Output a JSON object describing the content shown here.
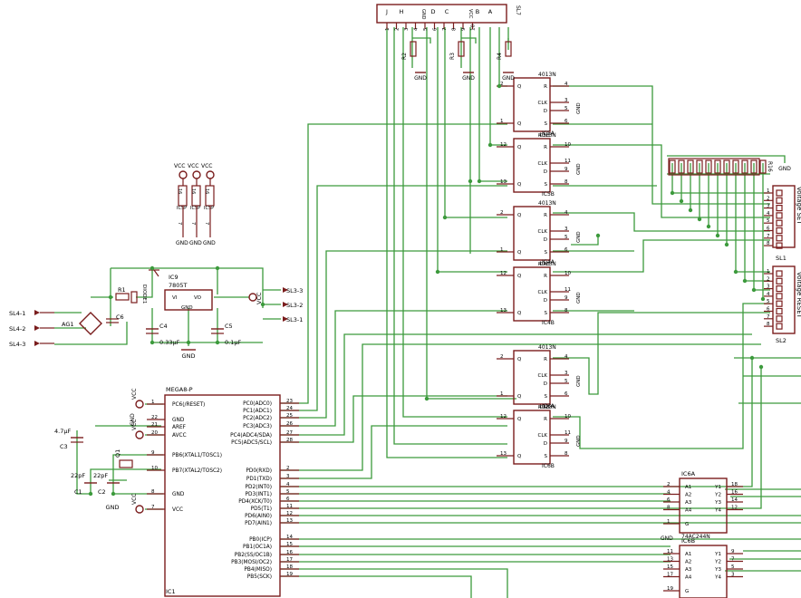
{
  "ic1": {
    "name": "IC1",
    "part": "MEGA8-P",
    "left_pins": [
      {
        "name": "PC6(/RESET)",
        "num": "1"
      },
      {
        "name": "GND",
        "num": "22"
      },
      {
        "name": "AREF",
        "num": "21"
      },
      {
        "name": "AVCC",
        "num": "20"
      },
      {
        "name": "PB6(XTAL1/TOSC1)",
        "num": "9"
      },
      {
        "name": "PB7(XTAL2/TOSC2)",
        "num": "10"
      },
      {
        "name": "GND",
        "num": "8"
      },
      {
        "name": "VCC",
        "num": "7"
      }
    ],
    "right_pins": [
      {
        "name": "PC0(ADC0)",
        "num": "23"
      },
      {
        "name": "PC1(ADC1)",
        "num": "24"
      },
      {
        "name": "PC2(ADC2)",
        "num": "25"
      },
      {
        "name": "PC3(ADC3)",
        "num": "26"
      },
      {
        "name": "PC4(ADC4/SDA)",
        "num": "27"
      },
      {
        "name": "PC5(ADC5/SCL)",
        "num": "28"
      },
      {
        "name": "PD0(RXD)",
        "num": "2"
      },
      {
        "name": "PD1(TXD)",
        "num": "3"
      },
      {
        "name": "PD2(INT0)",
        "num": "4"
      },
      {
        "name": "PD3(INT1)",
        "num": "5"
      },
      {
        "name": "PD4(XCK/T0)",
        "num": "6"
      },
      {
        "name": "PD5(T1)",
        "num": "11"
      },
      {
        "name": "PD6(AIN0)",
        "num": "12"
      },
      {
        "name": "PD7(AIN1)",
        "num": "13"
      },
      {
        "name": "PB0(ICP)",
        "num": "14"
      },
      {
        "name": "PB1(OC1A)",
        "num": "15"
      },
      {
        "name": "PB2(SS/OC1B)",
        "num": "16"
      },
      {
        "name": "PB3(MOSI/OC2)",
        "num": "17"
      },
      {
        "name": "PB4(MISO)",
        "num": "18"
      },
      {
        "name": "PB5(SCK)",
        "num": "19"
      }
    ]
  },
  "flipflops": [
    {
      "part": "4013N",
      "name": "IC5A",
      "r": "4",
      "clk": "3",
      "d": "5",
      "q": "1",
      "qbar": "2",
      "s": "6"
    },
    {
      "part": "4013N",
      "name": "IC5B",
      "r": "10",
      "clk": "11",
      "d": "9",
      "q": "13",
      "qbar": "12",
      "s": "8"
    },
    {
      "part": "4013N",
      "name": "IC4A",
      "r": "4",
      "clk": "3",
      "d": "5",
      "q": "1",
      "qbar": "2",
      "s": "6"
    },
    {
      "part": "4013N",
      "name": "IC4B",
      "r": "10",
      "clk": "11",
      "d": "9",
      "q": "13",
      "qbar": "12",
      "s": "8"
    },
    {
      "part": "4013N",
      "name": "IC6A",
      "r": "4",
      "clk": "3",
      "d": "5",
      "q": "1",
      "qbar": "2",
      "s": "6"
    },
    {
      "part": "4013N",
      "name": "IC6B",
      "r": "10",
      "clk": "11",
      "d": "9",
      "q": "13",
      "qbar": "12",
      "s": "8"
    }
  ],
  "ff_labels": [
    "4013N",
    "IC5B",
    "IC5B",
    "4013N",
    "IC4B",
    "IC4B",
    "4013N",
    "IC6B",
    "IC6B"
  ],
  "pin_letters": {
    "r": "R",
    "clk": "CLK",
    "d": "D",
    "q": "Q",
    "qbar": "Q",
    "s": "S"
  },
  "buffers": [
    {
      "name": "IC6A",
      "part": "74AC244N",
      "in_pins": [
        {
          "name": "A1",
          "num": "2"
        },
        {
          "name": "A2",
          "num": "4"
        },
        {
          "name": "A3",
          "num": "6"
        },
        {
          "name": "A4",
          "num": "8"
        }
      ],
      "out_pins": [
        {
          "name": "Y1",
          "num": "18"
        },
        {
          "name": "Y2",
          "num": "16"
        },
        {
          "name": "Y3",
          "num": "14"
        },
        {
          "name": "Y4",
          "num": "12"
        }
      ],
      "g": {
        "name": "G",
        "num": "1"
      }
    },
    {
      "name": "IC6B",
      "part": "",
      "in_pins": [
        {
          "name": "A1",
          "num": "11"
        },
        {
          "name": "A2",
          "num": "13"
        },
        {
          "name": "A3",
          "num": "15"
        },
        {
          "name": "A4",
          "num": "17"
        }
      ],
      "out_pins": [
        {
          "name": "Y1",
          "num": "9"
        },
        {
          "name": "Y2",
          "num": "7"
        },
        {
          "name": "Y3",
          "num": "5"
        },
        {
          "name": "Y4",
          "num": "3"
        }
      ],
      "g": {
        "name": "G",
        "num": "19"
      }
    }
  ],
  "sl7": {
    "name": "SL7",
    "pins": [
      "1",
      "2",
      "3",
      "4",
      "5",
      "6",
      "7",
      "8",
      "9",
      "10"
    ],
    "letters": [
      "J",
      "H",
      "D",
      "C",
      "B",
      "A"
    ],
    "tags": [
      "GND",
      "VCC"
    ]
  },
  "pullups": [
    {
      "name": "R2",
      "gnd": "GND"
    },
    {
      "name": "R3",
      "gnd": "GND"
    },
    {
      "name": "R4",
      "gnd": "GND"
    }
  ],
  "rnet": {
    "name": "R16",
    "gnd": "GND"
  },
  "sl1": {
    "name": "SL1",
    "pins": [
      "1",
      "2",
      "3",
      "4",
      "5",
      "6",
      "7",
      "8"
    ],
    "caption": "Voltage SET"
  },
  "sl2": {
    "name": "SL2",
    "pins": [
      "1",
      "2",
      "3",
      "4",
      "5",
      "6",
      "7",
      "8"
    ],
    "caption": "Voltage RESET"
  },
  "power": {
    "regulator": {
      "name": "IC9",
      "part": "7805T",
      "vi": "VI",
      "vo": "VO",
      "gnd": "GND"
    },
    "r1": "R1",
    "d1": "DIODE1",
    "rect": "AG1",
    "c6": "C6",
    "c4": {
      "name": "C4",
      "value": "0.33µF"
    },
    "c5": {
      "name": "C5",
      "value": "0.1µF"
    },
    "gnd": "GND",
    "vcc": "VCC",
    "sl4": [
      "SL4-1",
      "SL4-2",
      "SL4-3"
    ],
    "sl3": [
      "SL3-3",
      "SL3-2",
      "SL3-1"
    ]
  },
  "isp": {
    "vcc": [
      "VCC",
      "VCC",
      "VCC"
    ],
    "gnd": [
      "GND",
      "GND",
      "GND"
    ],
    "labels": [
      "ICSP",
      "ICSP",
      "ICSP"
    ],
    "pins_top": [
      "16",
      "16",
      "16"
    ],
    "pins_bot": [
      "7",
      "7",
      "7"
    ]
  },
  "mcu_side": {
    "vcc": [
      "VCC",
      "VCC",
      "VCC"
    ],
    "gnd": [
      "GND",
      "GND"
    ],
    "c3": {
      "name": "C3",
      "value": "4.7µF"
    },
    "c1": {
      "name": "C1",
      "value": "22pF"
    },
    "c2": {
      "name": "C2",
      "value": "22pF"
    },
    "q1": "Q1"
  }
}
